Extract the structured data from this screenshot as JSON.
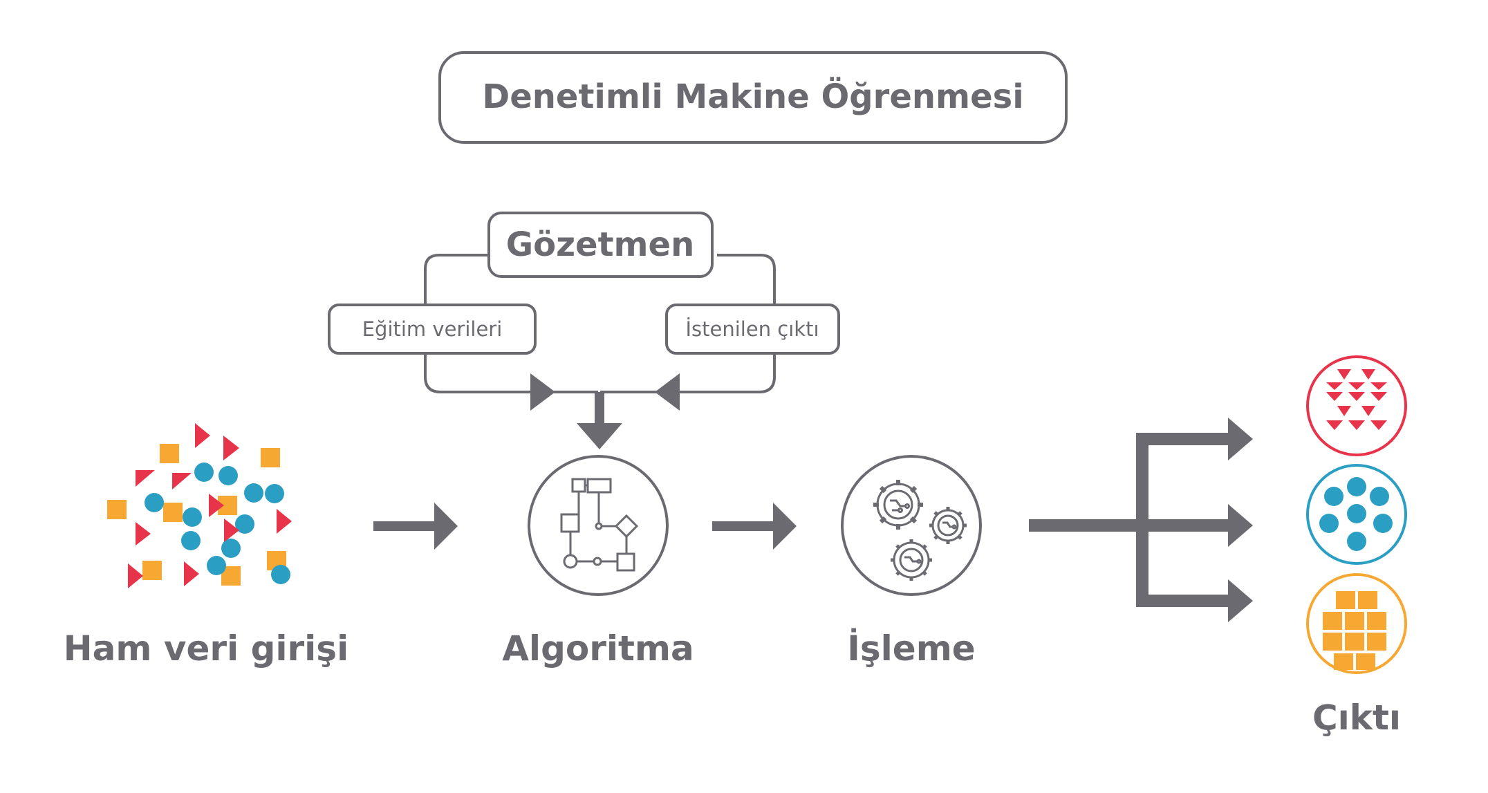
{
  "title": "Denetimli Makine Öğrenmesi",
  "supervisor": {
    "label": "Gözetmen",
    "training_data_label": "Eğitim verileri",
    "desired_output_label": "İstenilen çıktı"
  },
  "stages": {
    "raw_input": "Ham veri girişi",
    "algorithm": "Algoritma",
    "processing": "İşleme",
    "output": "Çıktı"
  },
  "icons": {
    "algorithm": "flowchart-icon",
    "processing": "gears-icon"
  },
  "colors": {
    "text": "#6b6a70",
    "stroke": "#6b6a70",
    "red": "#e8344b",
    "blue": "#2b9ec3",
    "orange": "#f6a833"
  }
}
